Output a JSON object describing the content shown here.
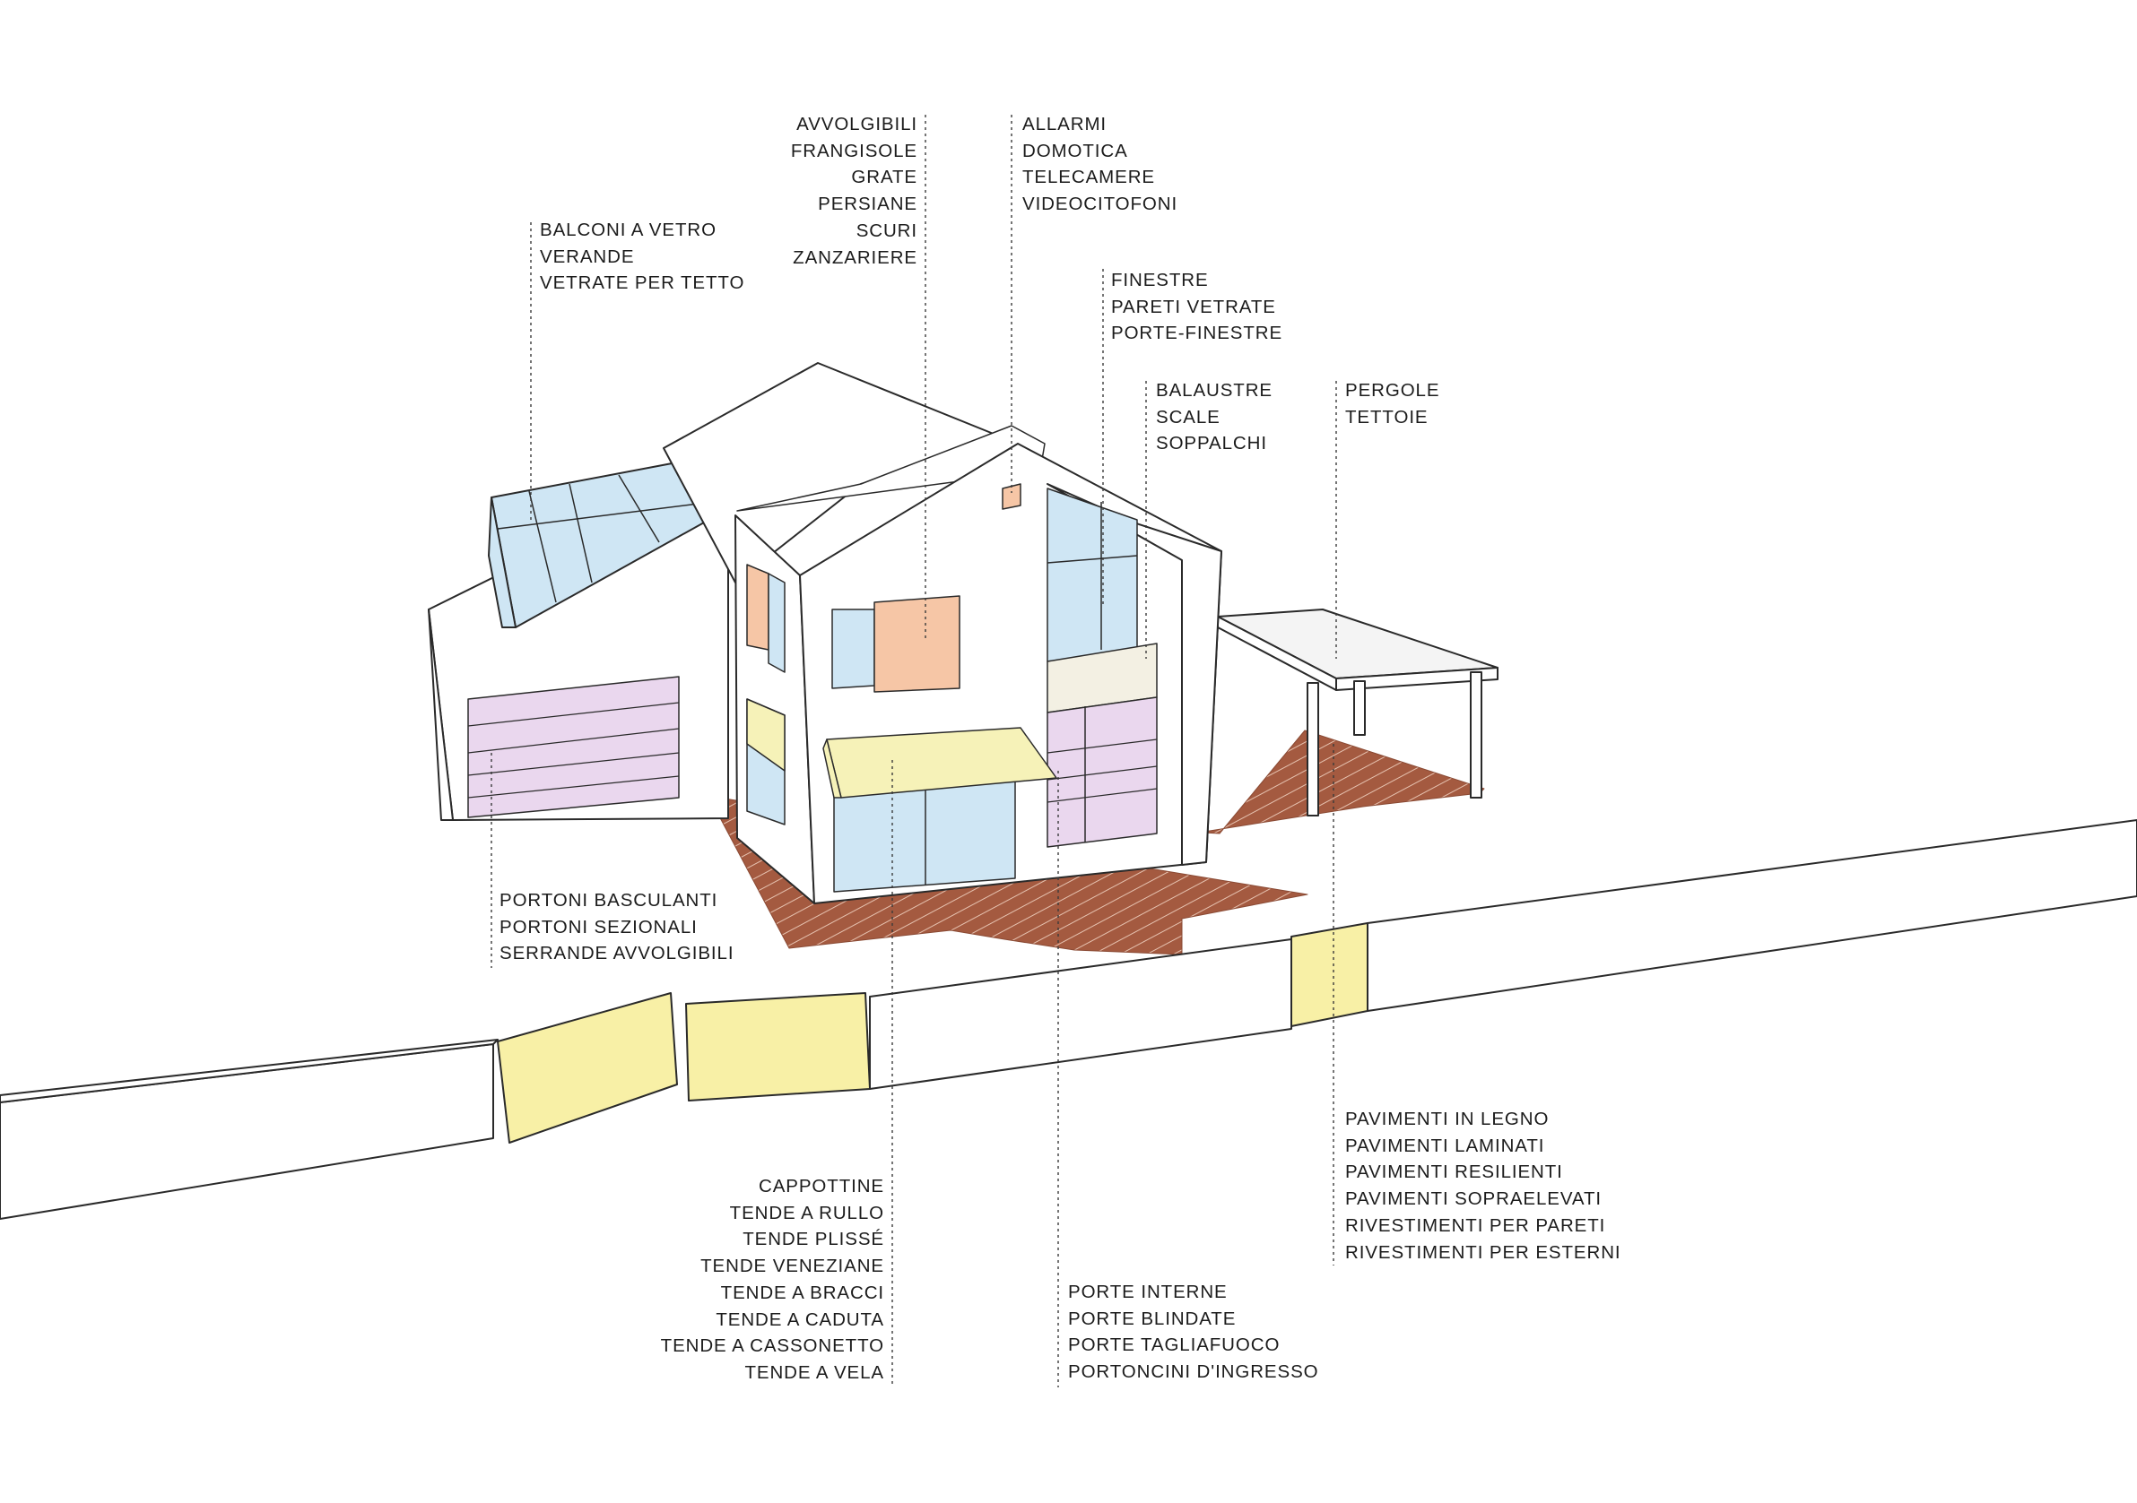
{
  "colors": {
    "glass": "#cfe6f4",
    "shutter": "#f6c6a6",
    "door": "#ead7ee",
    "awning": "#f6f2b8",
    "deck": "#a45a40",
    "panel": "#f8f0a6",
    "line": "#2a2a2a",
    "fill": "#ffffff",
    "cream": "#f3f0e3"
  },
  "labels": {
    "balconi": [
      "BALCONI A VETRO",
      "VERANDE",
      "VETRATE PER TETTO"
    ],
    "avvolgibili": [
      "AVVOLGIBILI",
      "FRANGISOLE",
      "GRATE",
      "PERSIANE",
      "SCURI",
      "ZANZARIERE"
    ],
    "allarmi": [
      "ALLARMI",
      "DOMOTICA",
      "TELECAMERE",
      "VIDEOCITOFONI"
    ],
    "finestre": [
      "FINESTRE",
      "PARETI VETRATE",
      "PORTE-FINESTRE"
    ],
    "balaustre": [
      "BALAUSTRE",
      "SCALE",
      "SOPPALCHI"
    ],
    "pergole": [
      "PERGOLE",
      "TETTOIE"
    ],
    "portoni": [
      "PORTONI BASCULANTI",
      "PORTONI SEZIONALI",
      "SERRANDE AVVOLGIBILI"
    ],
    "pavimenti": [
      "PAVIMENTI IN LEGNO",
      "PAVIMENTI LAMINATI",
      "PAVIMENTI RESILIENTI",
      "PAVIMENTI SOPRAELEVATI",
      "RIVESTIMENTI PER PARETI",
      "RIVESTIMENTI PER ESTERNI"
    ],
    "tende": [
      "CAPPOTTINE",
      "TENDE A RULLO",
      "TENDE PLISSÉ",
      "TENDE VENEZIANE",
      "TENDE A BRACCI",
      "TENDE A CADUTA",
      "TENDE A CASSONETTO",
      "TENDE A VELA"
    ],
    "porte": [
      "PORTE INTERNE",
      "PORTE BLINDATE",
      "PORTE TAGLIAFUOCO",
      "PORTONCINI D'INGRESSO"
    ]
  }
}
